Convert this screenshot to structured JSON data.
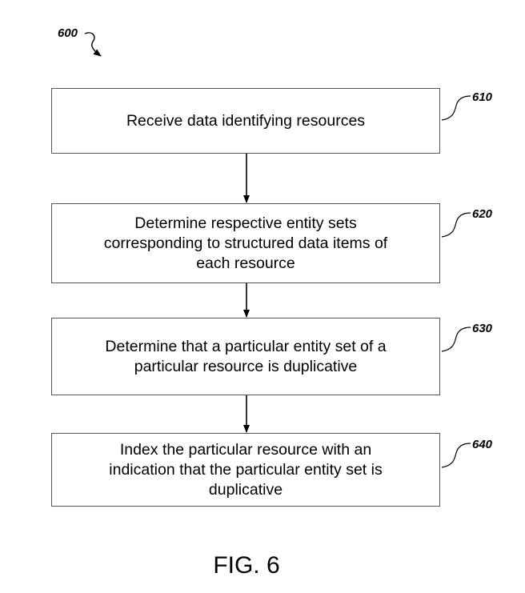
{
  "figure": {
    "number": "600",
    "caption": "FIG. 6"
  },
  "steps": [
    {
      "ref": "610",
      "text": "Receive data identifying resources"
    },
    {
      "ref": "620",
      "text": "Determine respective entity sets\ncorresponding to structured data items of\neach resource"
    },
    {
      "ref": "630",
      "text": "Determine that a particular entity set of a\nparticular resource is duplicative"
    },
    {
      "ref": "640",
      "text": "Index the particular resource with an\nindication that the particular entity set is\nduplicative"
    }
  ]
}
